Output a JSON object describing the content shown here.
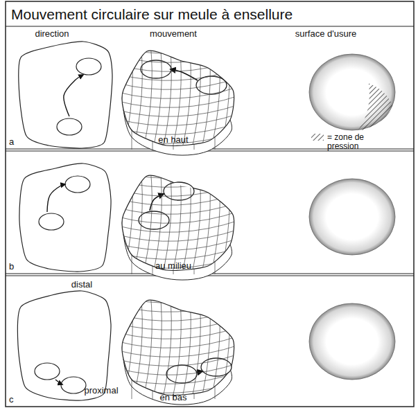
{
  "diagram": {
    "title": "Mouvement circulaire sur meule à ensellure",
    "labels": [
      "direction",
      "mouvement",
      "surface d'usure",
      "a",
      "en haut",
      "b",
      "au milieu",
      "distal",
      "c",
      "proximal",
      "en bas"
    ],
    "legend": [
      {
        "text": "= zone de pression"
      }
    ]
  }
}
